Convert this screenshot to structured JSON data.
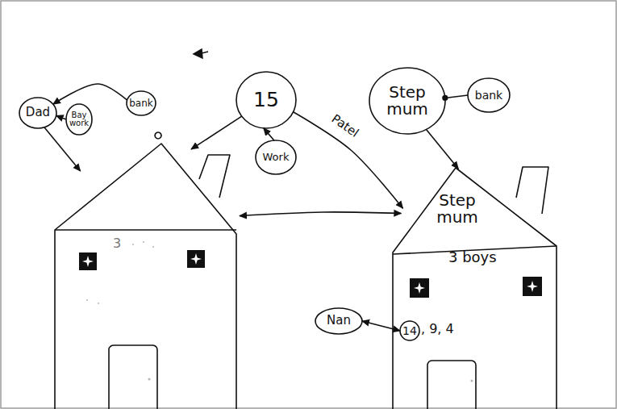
{
  "diagram": {
    "nodes": [
      {
        "text": [
          "Dad"
        ]
      },
      {
        "text": [
          "Bay work"
        ]
      },
      {
        "text": [
          "bank"
        ]
      },
      {
        "text": [
          "15"
        ]
      },
      {
        "text": [
          "Work"
        ]
      },
      {
        "text": [
          "Step mum"
        ]
      },
      {
        "text": [
          "bank"
        ]
      },
      {
        "text": [
          "3"
        ]
      },
      {
        "text": [
          "Step mum",
          "3 boys",
          ", 9, 4"
        ]
      },
      {
        "text": [
          "Nan"
        ]
      },
      {
        "text": [
          "14"
        ],
        "in": 8
      }
    ],
    "edges": [
      {
        "from": 2,
        "to": 0,
        "arrow": "to"
      },
      {
        "from": 1,
        "to": 0,
        "arrow": "to"
      },
      {
        "from": 0,
        "to": 7,
        "arrow": "to"
      },
      {
        "from": 3,
        "to": 7,
        "arrow": "to"
      },
      {
        "from": 4,
        "to": 3,
        "arrow": "to"
      },
      {
        "from": 3,
        "to": 8,
        "arrow": "to",
        "label": "Patel"
      },
      {
        "from": 6,
        "to": 5,
        "arrow": "to"
      },
      {
        "from": 5,
        "to": 8,
        "arrow": "to"
      },
      {
        "from": 7,
        "to": 8,
        "arrow": "both"
      },
      {
        "from": 9,
        "to": 10,
        "arrow": "both"
      }
    ]
  }
}
